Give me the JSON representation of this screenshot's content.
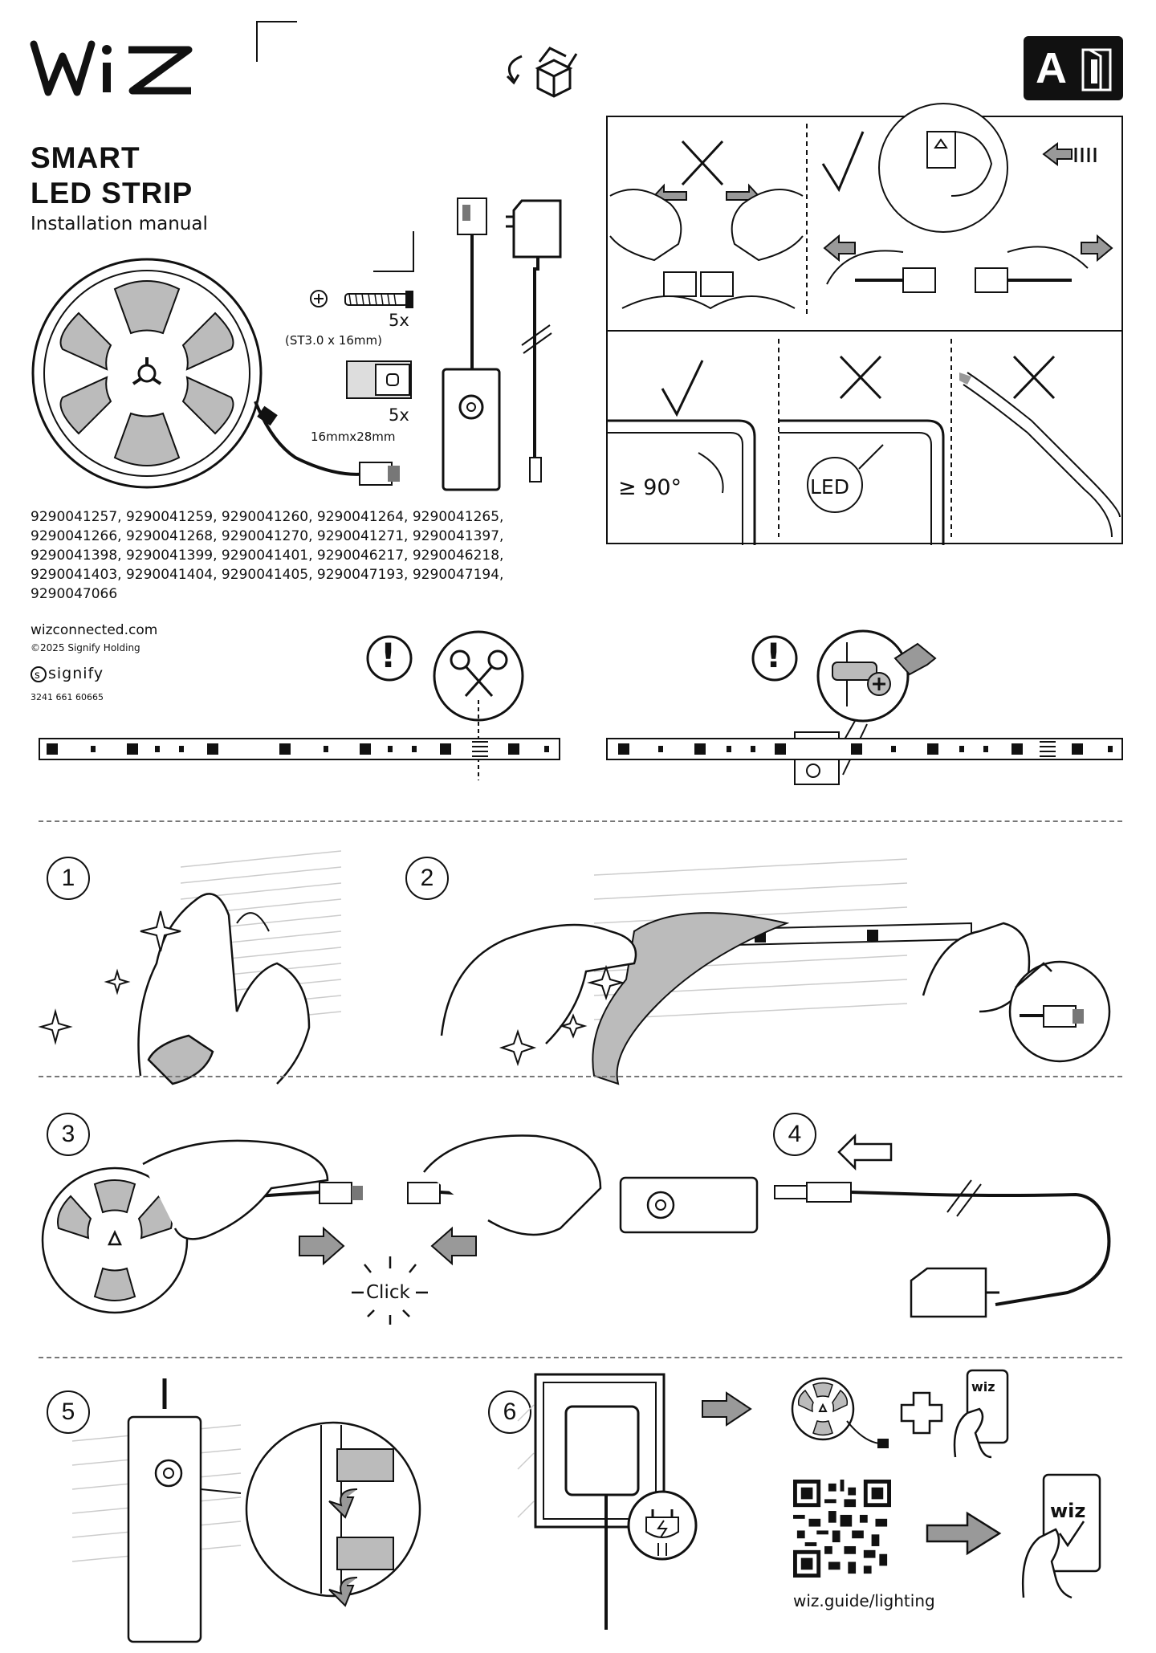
{
  "brand": {
    "logo_text": "WiZ"
  },
  "header": {
    "title_line1": "SMART",
    "title_line2": "LED STRIP",
    "subtitle": "Installation manual",
    "badge_letter": "A"
  },
  "contents": {
    "screws_qty": "5x",
    "screws_size": "(ST3.0 x 16mm)",
    "clips_qty": "5x",
    "clips_size": "16mmx28mm"
  },
  "model_numbers": [
    "9290041257, 9290041259, 9290041260, 9290041264, 9290041265,",
    "9290041266, 9290041268, 9290041270, 9290041271, 9290041397,",
    "9290041398, 9290041399, 9290041401, 9290046217, 9290046218,",
    "9290041403, 9290041404, 9290041405, 9290047193, 9290047194,",
    "9290047066"
  ],
  "footer_info": {
    "website": "wizconnected.com",
    "copyright": "©2025 Signify Holding",
    "company": "signify",
    "doc_number": "3241 661 60665"
  },
  "warnings": {
    "angle_label": "≥ 90°",
    "led_label": "LED",
    "exclamation": "!"
  },
  "steps": {
    "s1": "1",
    "s2": "2",
    "s3": "3",
    "s4": "4",
    "s5": "5",
    "s6": "6",
    "click_label": "Click",
    "app_label": "wiz",
    "guide_url": "wiz.guide/lighting"
  }
}
